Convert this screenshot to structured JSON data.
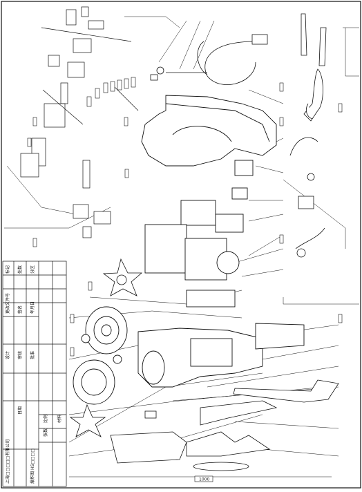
{
  "title_block": {
    "company": "上海□□□□□有限公司",
    "product_code": "HS□□□□",
    "drawing_name": "爆炸图",
    "drawn_by": "设计",
    "checked_by": "审核",
    "approved_by": "批准",
    "scale_label": "比例",
    "sheet_label": "张数",
    "material_label": "材料",
    "date_label": "日期"
  },
  "revision_table": {
    "headers": [
      "标记",
      "处数",
      "分区",
      "更改文件号",
      "签名",
      "年月日"
    ]
  },
  "bottom_dimension": "1000",
  "colors": {
    "line": "#111111",
    "background": "#ffffff"
  }
}
